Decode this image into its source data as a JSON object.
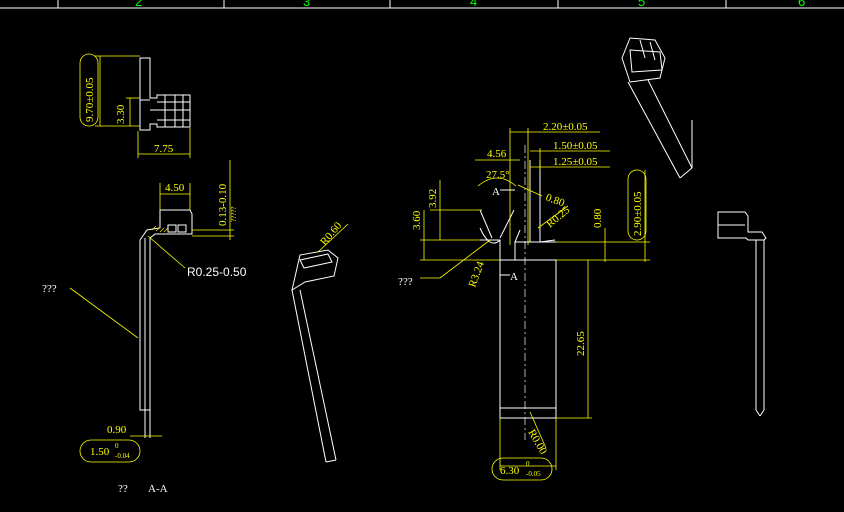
{
  "border": {
    "zones": [
      "2",
      "3",
      "4",
      "5",
      "6"
    ]
  },
  "section_view": {
    "dims": {
      "width_overall": "4.50",
      "thickness_tol": "0.13-0.10",
      "note_under_thickness": "?????",
      "bend_radius": "R0.25-0.50",
      "leg_width": "0.90",
      "base_dim_value": "1.50",
      "base_dim_upper": "0",
      "base_dim_lower": "-0.04"
    },
    "leader_note": "???",
    "caption_prefix": "??",
    "caption": "A-A"
  },
  "top_view": {
    "dims": {
      "height": "9.70±0.05",
      "inner": "3.30",
      "width": "7.75"
    }
  },
  "iso_view": {
    "dims": {
      "radius": "R0.60"
    }
  },
  "front_view": {
    "dims": {
      "top1": "2.20±0.05",
      "top2": "1.50±0.05",
      "top3": "1.25±0.05",
      "span": "4.56",
      "angle": "27.5°",
      "chamfer": "0.80",
      "corner_radius": "R0.25",
      "rise1": "3.92",
      "rise2": "3.60",
      "step": "0.80",
      "side_tol": "2.90±0.05",
      "arc_radius": "R3.24",
      "length": "22.65",
      "tip_radius": "R0.00",
      "width_value": "6.30",
      "width_upper": "0",
      "width_lower": "-0.05"
    },
    "section_marker": "A",
    "leader_note": "???"
  }
}
